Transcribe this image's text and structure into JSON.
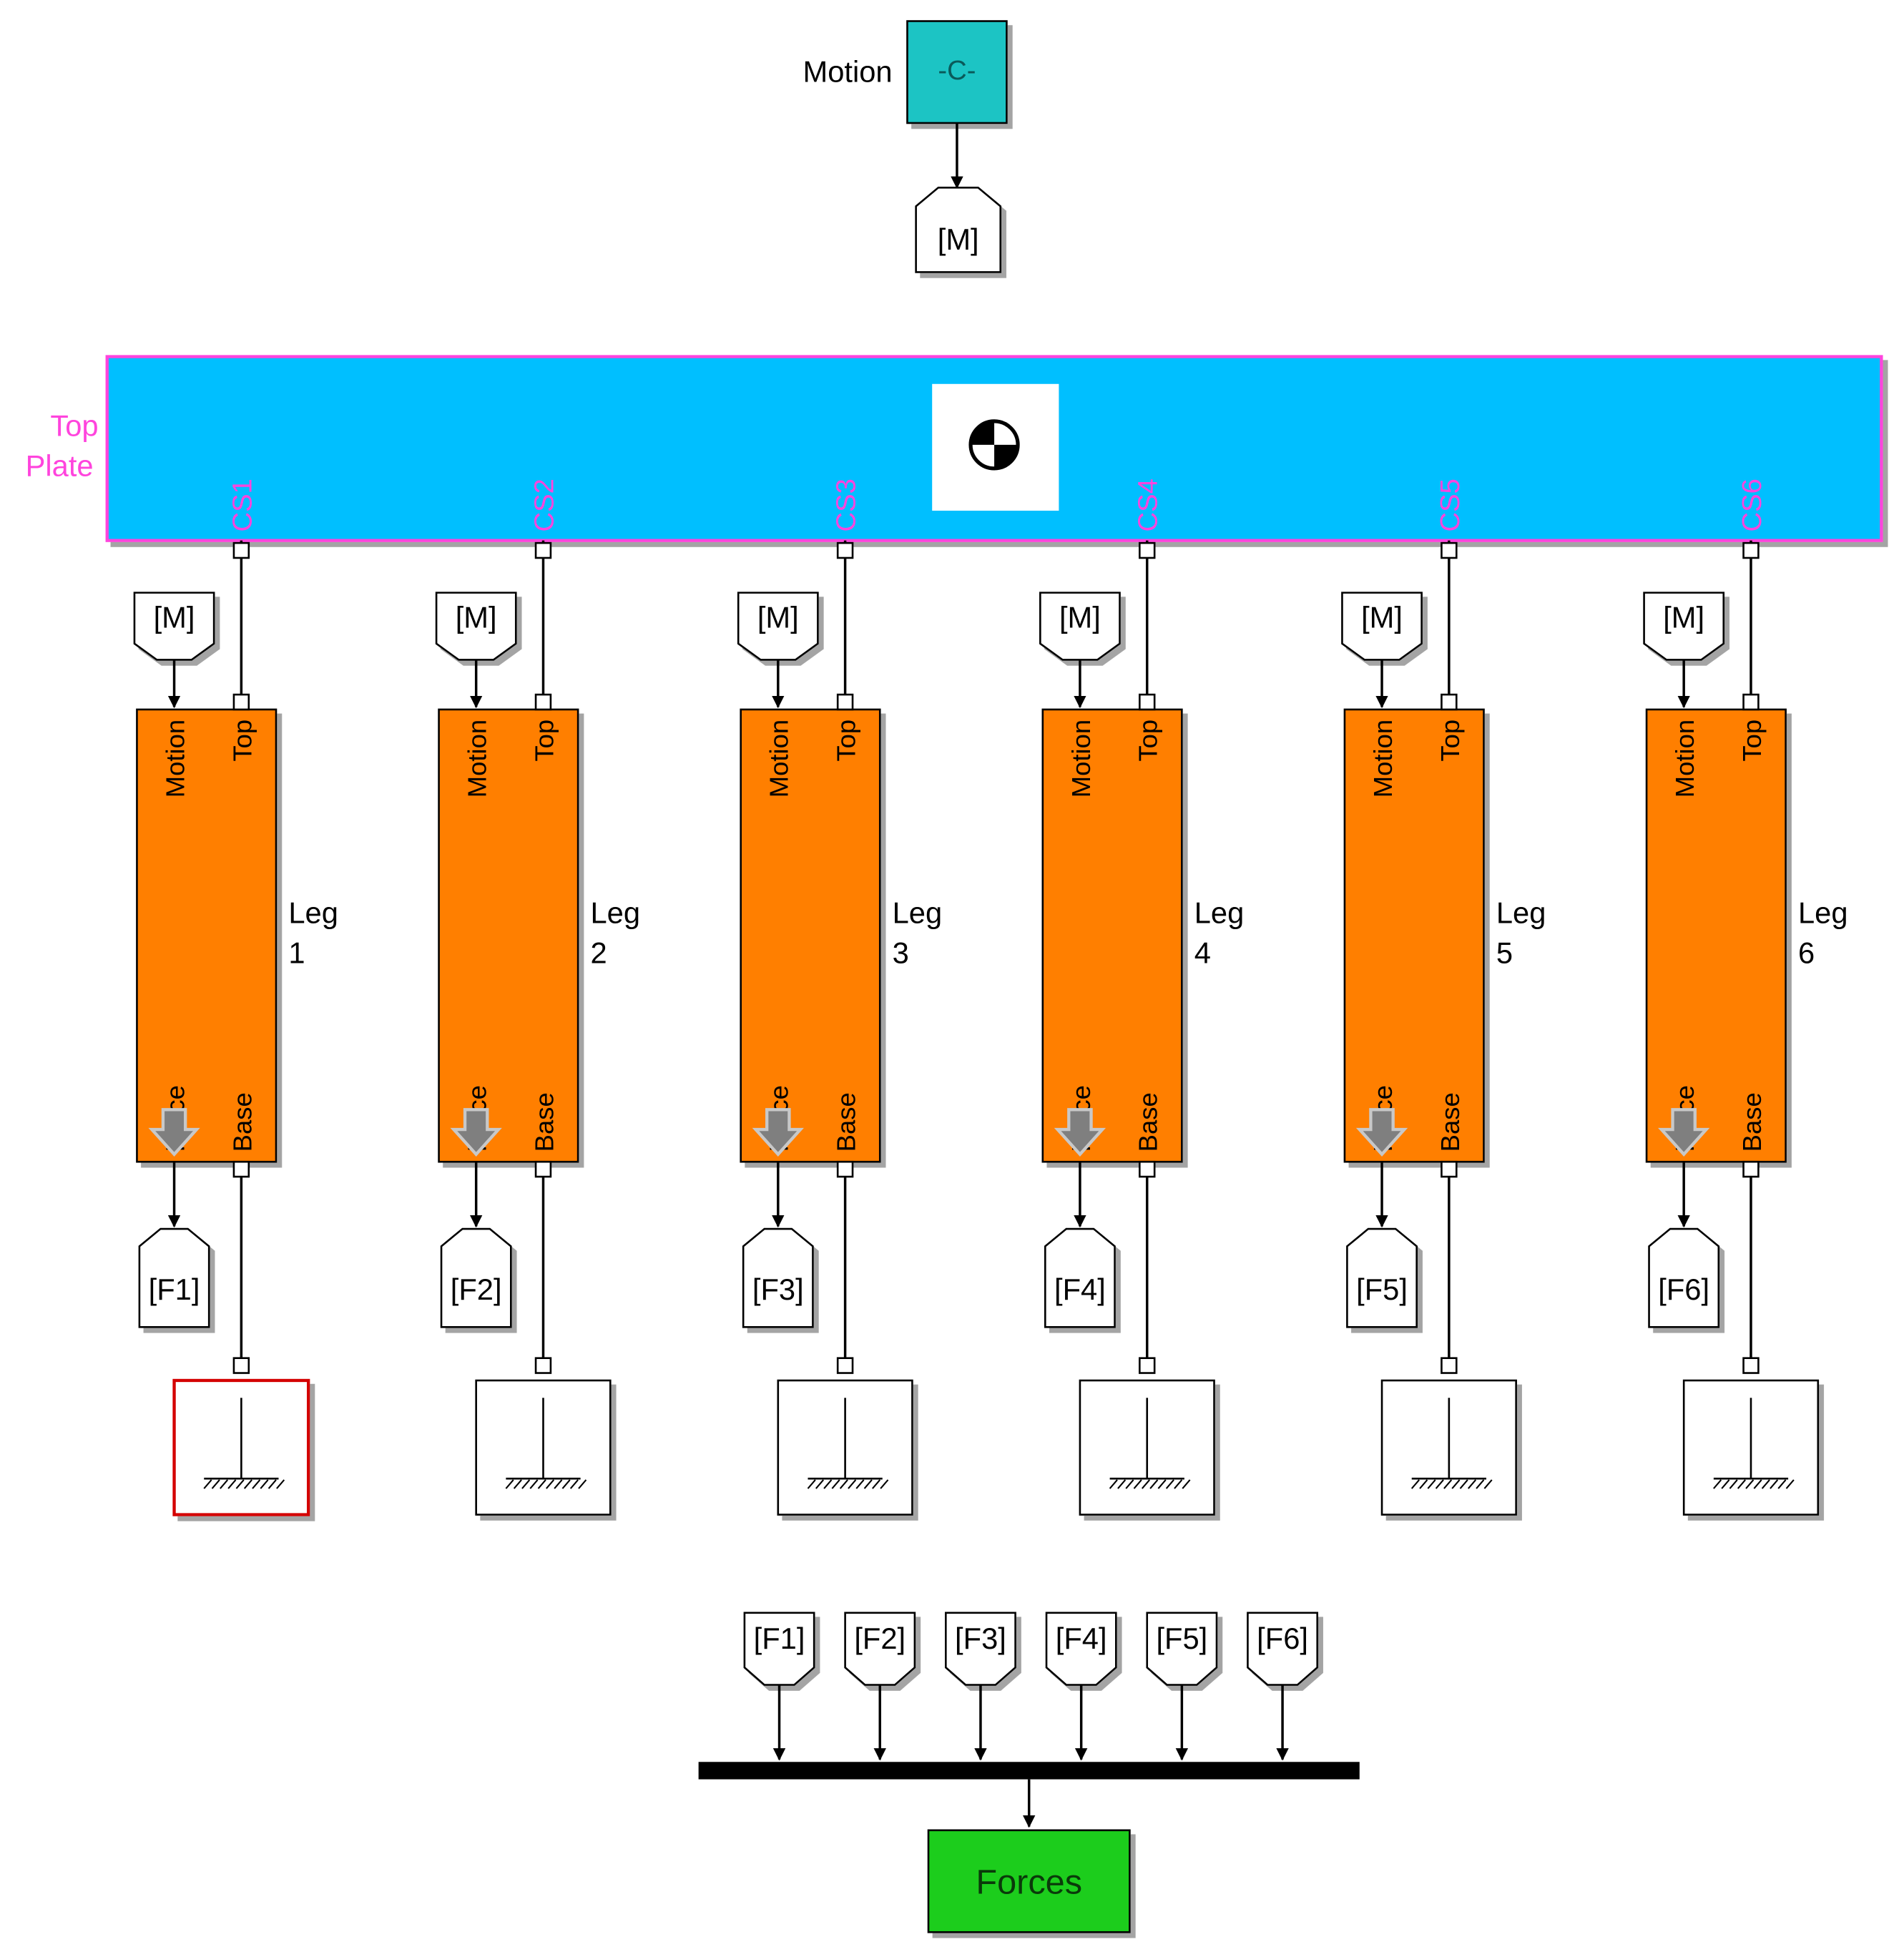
{
  "motion_source": {
    "label": "Motion",
    "value": "-C-",
    "color": "#1fc4c4"
  },
  "goto_motion": {
    "tag": "[M]"
  },
  "top_plate": {
    "label_line1": "Top",
    "label_line2": "Plate",
    "color": "#00bfff",
    "border_color": "#ff44dd",
    "ports": [
      "CS1",
      "CS2",
      "CS3",
      "CS4",
      "CS5",
      "CS6"
    ],
    "icon": "center-of-mass-icon"
  },
  "legs": [
    {
      "name_line1": "Leg",
      "name_line2": "1",
      "from_tag": "[M]",
      "goto_tag": "[F1]",
      "port_motion": "Motion",
      "port_top": "Top",
      "port_force": "Force",
      "port_base": "Base",
      "ground_highlighted": true
    },
    {
      "name_line1": "Leg",
      "name_line2": "2",
      "from_tag": "[M]",
      "goto_tag": "[F2]",
      "port_motion": "Motion",
      "port_top": "Top",
      "port_force": "Force",
      "port_base": "Base",
      "ground_highlighted": false
    },
    {
      "name_line1": "Leg",
      "name_line2": "3",
      "from_tag": "[M]",
      "goto_tag": "[F3]",
      "port_motion": "Motion",
      "port_top": "Top",
      "port_force": "Force",
      "port_base": "Base",
      "ground_highlighted": false
    },
    {
      "name_line1": "Leg",
      "name_line2": "4",
      "from_tag": "[M]",
      "goto_tag": "[F4]",
      "port_motion": "Motion",
      "port_top": "Top",
      "port_force": "Force",
      "port_base": "Base",
      "ground_highlighted": false
    },
    {
      "name_line1": "Leg",
      "name_line2": "5",
      "from_tag": "[M]",
      "goto_tag": "[F5]",
      "port_motion": "Motion",
      "port_top": "Top",
      "port_force": "Force",
      "port_base": "Base",
      "ground_highlighted": false
    },
    {
      "name_line1": "Leg",
      "name_line2": "6",
      "from_tag": "[M]",
      "goto_tag": "[F6]",
      "port_motion": "Motion",
      "port_top": "Top",
      "port_force": "Force",
      "port_base": "Base",
      "ground_highlighted": false
    }
  ],
  "leg_color": "#ff7f00",
  "bus": {
    "inputs": [
      "[F1]",
      "[F2]",
      "[F3]",
      "[F4]",
      "[F5]",
      "[F6]"
    ]
  },
  "forces_block": {
    "label": "Forces",
    "color": "#1ccd1c"
  }
}
